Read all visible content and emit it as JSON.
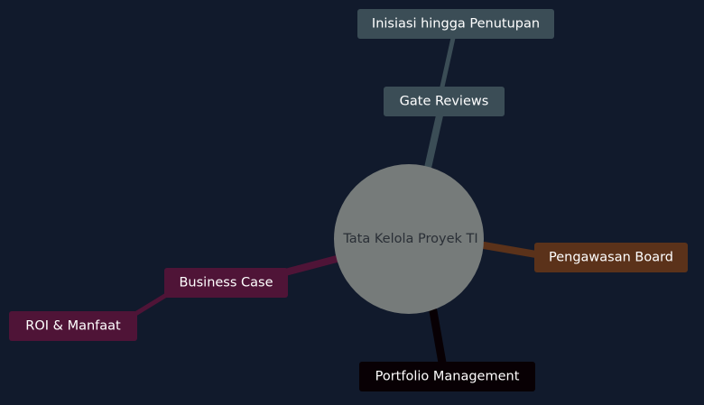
{
  "diagram": {
    "center": {
      "label": "Tata Kelola Proyek TI",
      "color": "#767b7a",
      "text_color": "#2a2f36"
    },
    "branches": [
      {
        "label": "Gate Reviews",
        "color": "#3b4d56"
      },
      {
        "label": "Inisiasi hingga Penutupan",
        "color": "#3b4d56"
      },
      {
        "label": "Pengawasan Board",
        "color": "#5b321a"
      },
      {
        "label": "Portfolio Management",
        "color": "#080004"
      },
      {
        "label": "Business Case",
        "color": "#4f1437"
      },
      {
        "label": "ROI & Manfaat",
        "color": "#4f1437"
      }
    ],
    "background": "#111a2c"
  }
}
